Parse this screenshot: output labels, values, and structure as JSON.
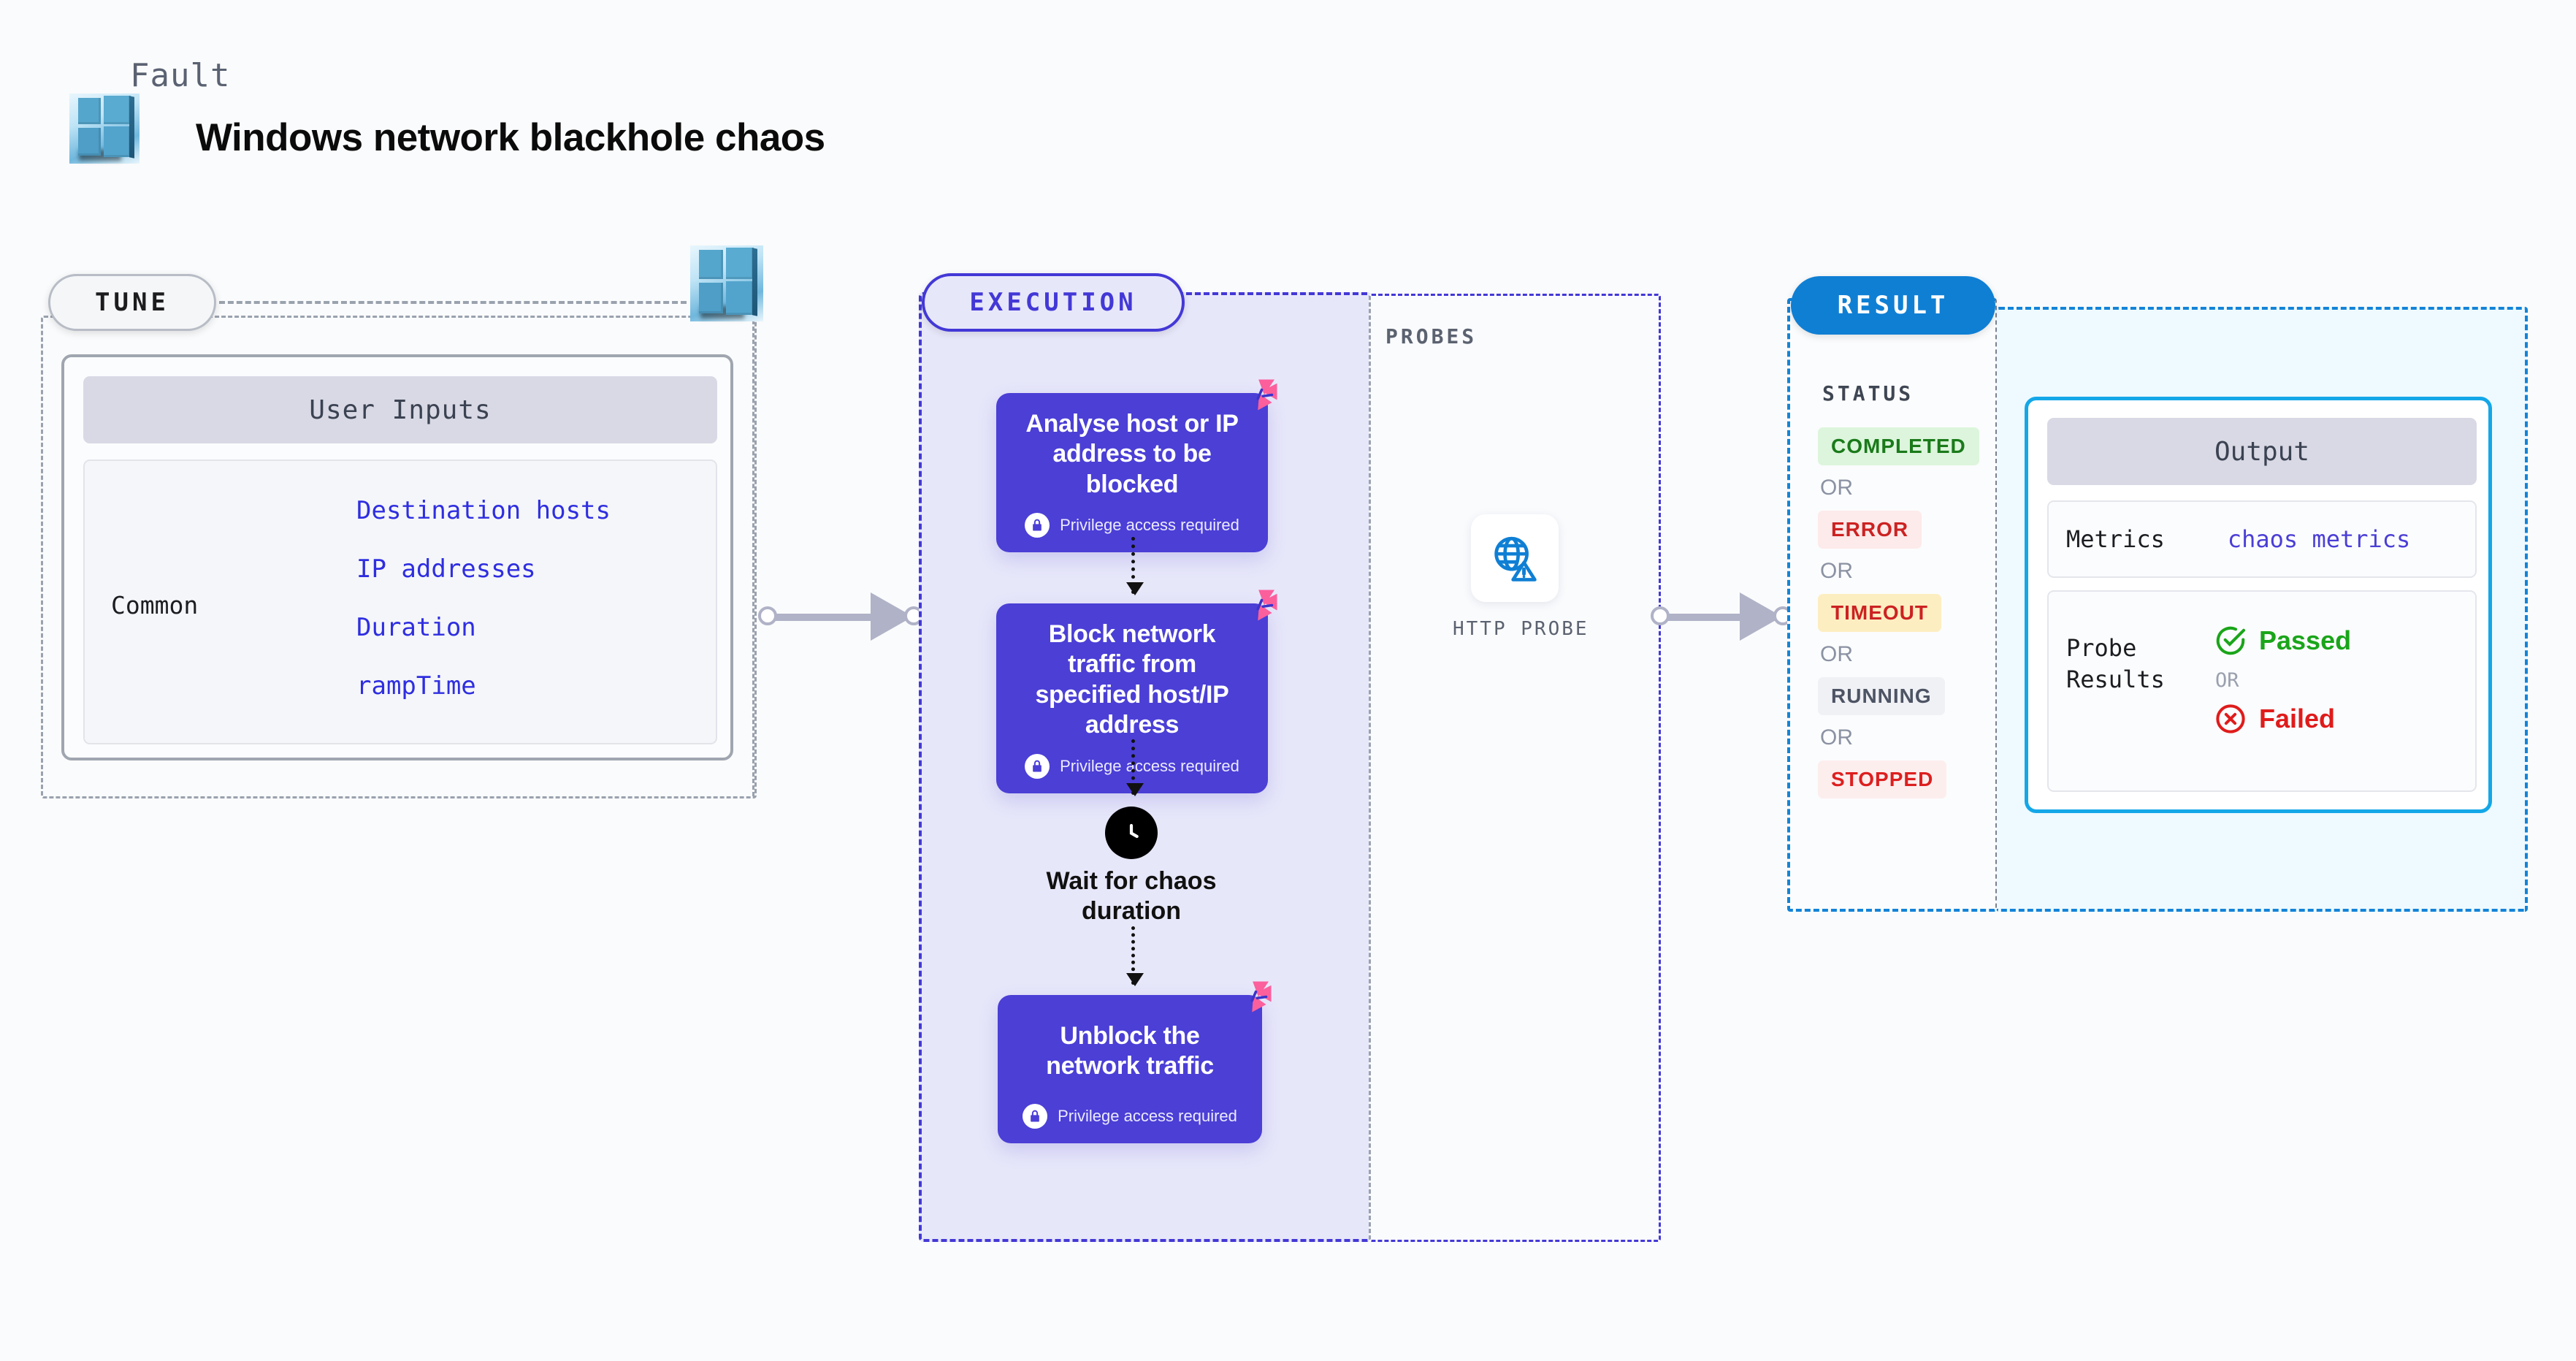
{
  "header": {
    "kicker": "Fault",
    "title": "Windows network blackhole chaos",
    "logo_icon": "windows-logo-icon"
  },
  "tune": {
    "badge": "TUNE",
    "platform_icon": "windows-logo-icon",
    "card": {
      "header": "User Inputs",
      "group_label": "Common",
      "params": [
        "Destination hosts",
        "IP addresses",
        "Duration",
        "rampTime"
      ]
    }
  },
  "execution": {
    "badge": "EXECUTION",
    "steps": [
      {
        "title": "Analyse host or IP address to be blocked",
        "privilege": "Privilege access required",
        "privilege_icon": "lock-icon",
        "corner_icon": "litmus-pinwheel-icon"
      },
      {
        "title": "Block network traffic from specified host/IP address",
        "privilege": "Privilege access required",
        "privilege_icon": "lock-icon",
        "corner_icon": "litmus-pinwheel-icon"
      },
      {
        "title": "Unblock the network traffic",
        "privilege": "Privilege access required",
        "privilege_icon": "lock-icon",
        "corner_icon": "litmus-pinwheel-icon"
      }
    ],
    "wait_node": {
      "icon": "clock-icon",
      "caption": "Wait for chaos duration"
    }
  },
  "probes": {
    "title": "PROBES",
    "items": [
      {
        "label": "HTTP PROBE",
        "icon": "globe-warning-icon"
      }
    ]
  },
  "result": {
    "badge": "RESULT",
    "status_title": "STATUS",
    "or_label": "OR",
    "statuses": [
      {
        "label": "COMPLETED",
        "bg": "#dcf5dc",
        "fg": "#1a7a1a"
      },
      {
        "label": "ERROR",
        "bg": "#fdeaea",
        "fg": "#cc2222"
      },
      {
        "label": "TIMEOUT",
        "bg": "#fdeec2",
        "fg": "#cc2222"
      },
      {
        "label": "RUNNING",
        "bg": "#f0f1f5",
        "fg": "#4d5464"
      },
      {
        "label": "STOPPED",
        "bg": "#fdeeee",
        "fg": "#dd1f1f"
      }
    ],
    "output": {
      "header": "Output",
      "metrics_key": "Metrics",
      "metrics_value": "chaos metrics",
      "probe_results_key": "Probe Results",
      "probe_passed": "Passed",
      "probe_failed": "Failed",
      "probe_or": "OR",
      "passed_icon": "check-circle-icon",
      "failed_icon": "x-circle-icon",
      "passed_color": "#1aa51a",
      "failed_color": "#e01b1b"
    }
  },
  "colors": {
    "execution_accent": "#4338d6",
    "step_card": "#4b3fd6",
    "result_accent": "#0f7fd4",
    "output_border": "#14a7e8",
    "param_text": "#2f2ee0",
    "pinwheel": "#fb5f9c"
  }
}
